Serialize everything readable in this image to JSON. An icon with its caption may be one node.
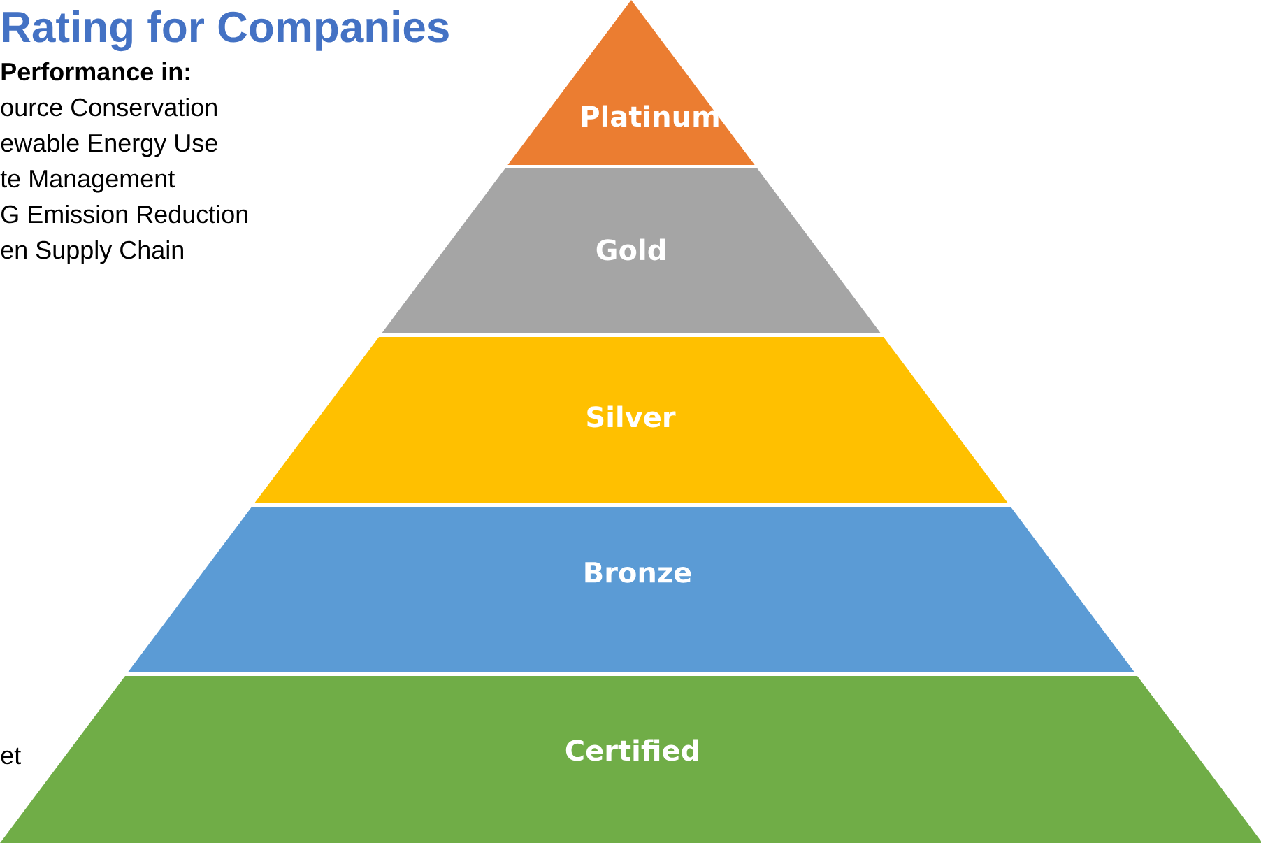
{
  "diagram": {
    "title": "Rating for Companies",
    "nodes": [
      {
        "text": [
          "Platinum"
        ]
      },
      {
        "text": [
          "Gold"
        ]
      },
      {
        "text": [
          "Silver"
        ]
      },
      {
        "text": [
          "Bronze"
        ]
      },
      {
        "text": [
          "Certified"
        ]
      }
    ],
    "labels": [
      "Performance in:",
      "ource Conservation",
      "ewable Energy Use",
      "te Management",
      "G Emission Reduction",
      "en Supply Chain",
      "et"
    ]
  }
}
